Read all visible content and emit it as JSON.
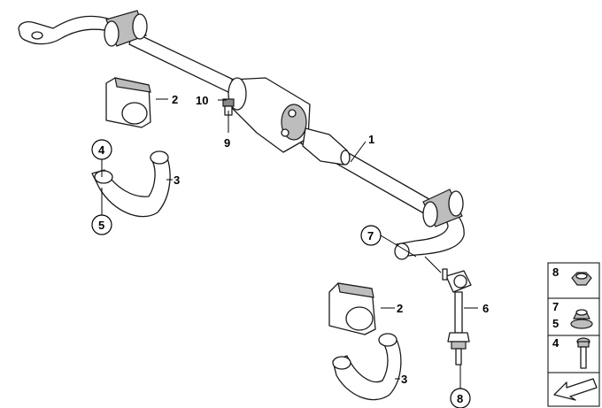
{
  "callouts": {
    "c1": "1",
    "c2a": "2",
    "c2b": "2",
    "c3a": "3",
    "c3b": "3",
    "c4": "4",
    "c5": "5",
    "c6": "6",
    "c7": "7",
    "c8": "8",
    "c9": "9",
    "c10": "10"
  },
  "legend": {
    "row1": "8",
    "row2_top": "7",
    "row2_bottom": "5",
    "row3": "4"
  }
}
